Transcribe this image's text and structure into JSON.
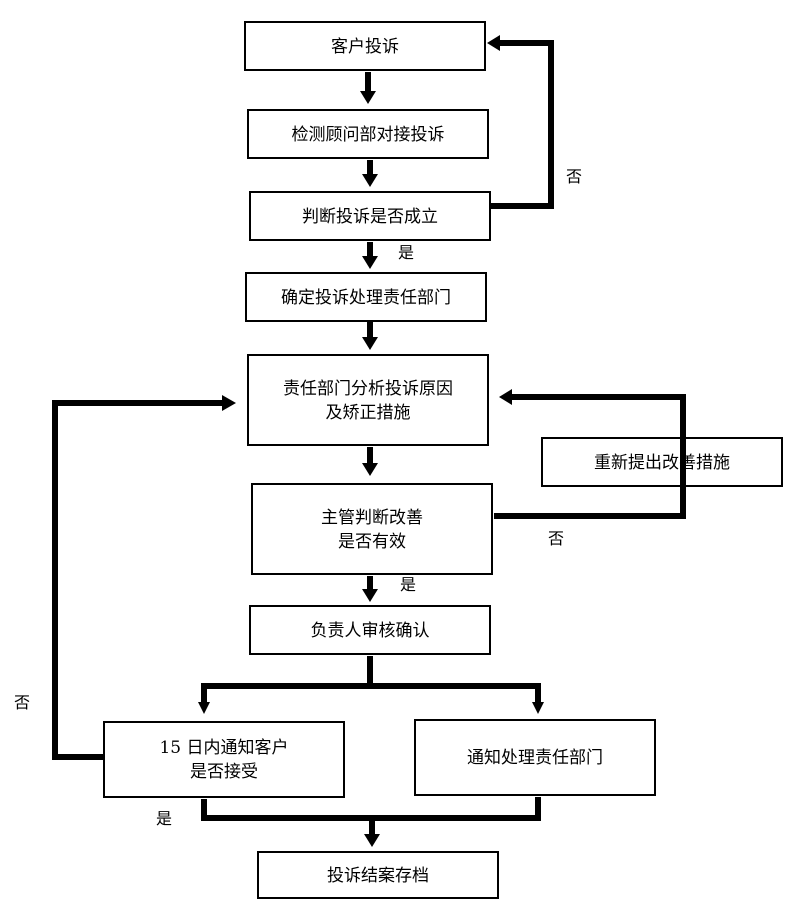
{
  "nodes": {
    "customer_complaint": {
      "label": "客户投诉"
    },
    "advisor_dock": {
      "label": "检测顾问部对接投诉"
    },
    "judge_valid": {
      "label": "判断投诉是否成立"
    },
    "assign_department": {
      "label": "确定投诉处理责任部门"
    },
    "analyze_cause": {
      "line1": "责任部门分析投诉原因",
      "line2": "及矫正措施"
    },
    "re_propose": {
      "label": "重新提出改善措施"
    },
    "supervisor_judge": {
      "line1": "主管判断改善",
      "line2": "是否有效"
    },
    "leader_review": {
      "label": "负责人审核确认"
    },
    "notify_customer": {
      "line1": "15 日内通知客户",
      "line2": "是否接受"
    },
    "notify_department": {
      "label": "通知处理责任部门"
    },
    "archive": {
      "label": "投诉结案存档"
    }
  },
  "edges": {
    "valid_no": "否",
    "valid_yes": "是",
    "effective_no": "否",
    "effective_yes": "是",
    "accept_no": "否",
    "accept_yes": "是"
  }
}
